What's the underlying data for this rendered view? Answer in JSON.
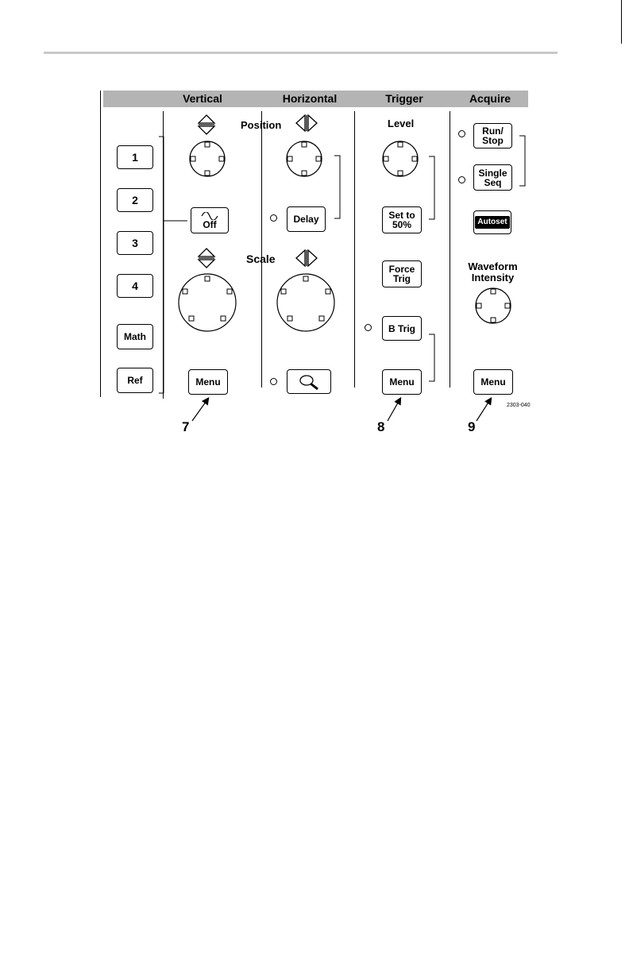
{
  "sections": {
    "vertical": "Vertical",
    "horizontal": "Horizontal",
    "trigger": "Trigger",
    "acquire": "Acquire"
  },
  "labels": {
    "position": "Position",
    "scale": "Scale",
    "level": "Level",
    "waveform_intensity": "Waveform\nIntensity"
  },
  "buttons": {
    "ch1": "1",
    "ch2": "2",
    "ch3": "3",
    "ch4": "4",
    "math": "Math",
    "ref": "Ref",
    "coupling_off": "Off",
    "vertical_menu": "Menu",
    "delay": "Delay",
    "set_to_50": "Set to\n50%",
    "force_trig": "Force\nTrig",
    "b_trig": "B Trig",
    "trigger_menu": "Menu",
    "run_stop": "Run/\nStop",
    "single_seq": "Single\nSeq",
    "autoset": "Autoset",
    "acquire_menu": "Menu"
  },
  "callouts": {
    "c7": "7",
    "c8": "8",
    "c9": "9"
  },
  "part_number": "2303-040",
  "icons": [
    "up-down-arrows-icon",
    "left-right-arrows-icon",
    "sine-wave-icon",
    "magnifier-icon",
    "knob-icon",
    "led-indicator-icon"
  ]
}
